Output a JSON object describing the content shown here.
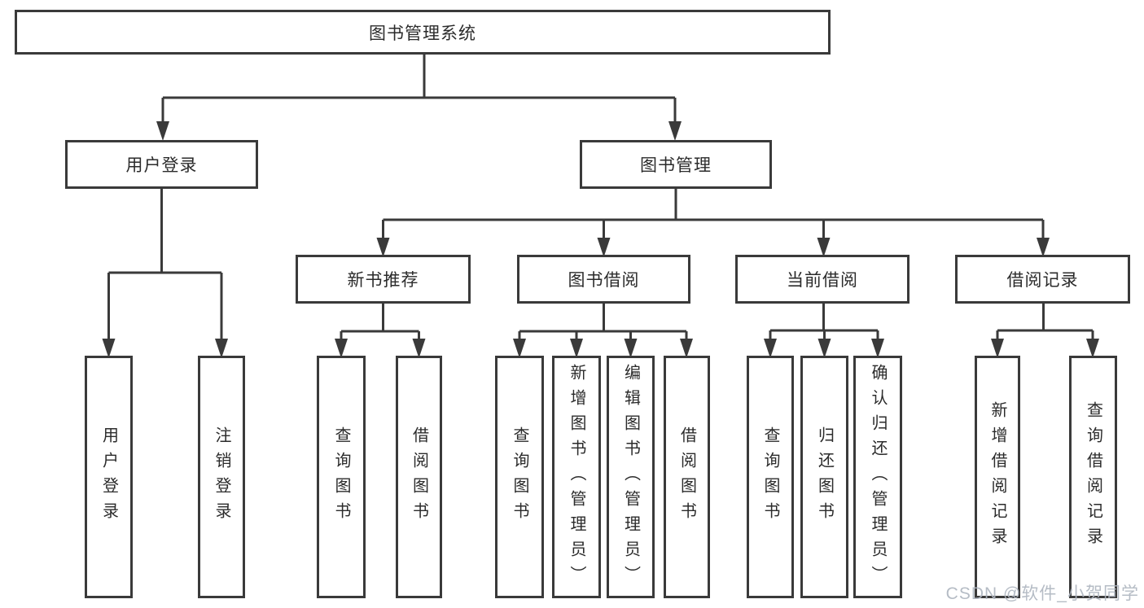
{
  "tree": {
    "root": "图书管理系统",
    "user_login": {
      "label": "用户登录",
      "children": [
        "用户登录",
        "注销登录"
      ]
    },
    "book_mgmt": {
      "label": "图书管理",
      "sections": [
        {
          "label": "新书推荐",
          "children": [
            "查询图书",
            "借阅图书"
          ]
        },
        {
          "label": "图书借阅",
          "children": [
            "查询图书",
            "新增图书（管理员）",
            "编辑图书（管理员）",
            "借阅图书"
          ]
        },
        {
          "label": "当前借阅",
          "children": [
            "查询图书",
            "归还图书",
            "确认归还（管理员）"
          ]
        },
        {
          "label": "借阅记录",
          "children": [
            "新增借阅记录",
            "查询借阅记录"
          ]
        }
      ]
    }
  },
  "watermark": {
    "text": "CSDN @软件_小贺同学"
  },
  "colors": {
    "line": "#3a3a3a",
    "text": "#2b2b2b",
    "background": "#ffffff",
    "watermark": "#aeb5bf"
  }
}
